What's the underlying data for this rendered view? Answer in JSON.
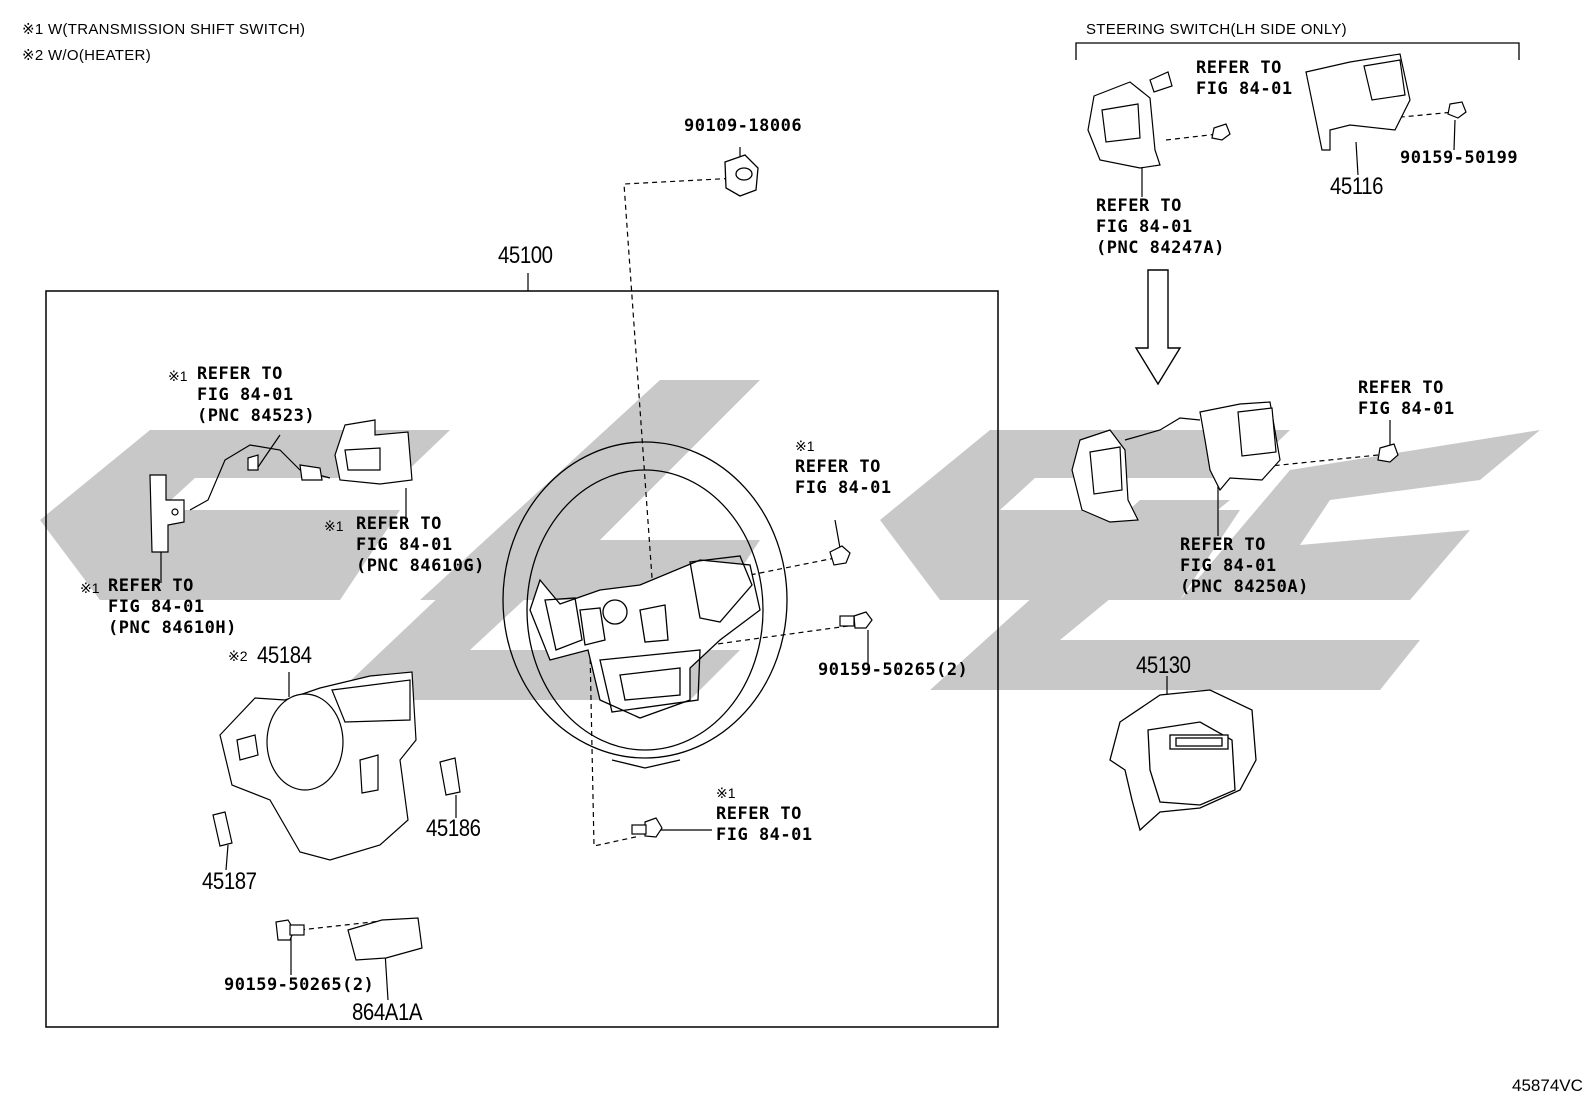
{
  "notes": {
    "note1": "※1 W(TRANSMISSION SHIFT SWITCH)",
    "note2": "※2 W/O(HEATER)"
  },
  "group_title": "STEERING SWITCH(LH SIDE ONLY)",
  "diagram_code": "45874VC",
  "marks": {
    "star1": "※1",
    "star2": "※2"
  },
  "parts": {
    "p90109_18006": "90109-18006",
    "p45100": "45100",
    "p45116": "45116",
    "p90159_50199": "90159-50199",
    "p90159_50265_a": "90159-50265(2)",
    "p90159_50265_b": "90159-50265(2)",
    "p45184": "45184",
    "p45186": "45186",
    "p45187": "45187",
    "p864A1A": "864A1A",
    "p45130": "45130"
  },
  "refs": {
    "ref_84523": "REFER TO\nFIG 84-01\n(PNC 84523)",
    "ref_84610G": "REFER TO\nFIG 84-01\n(PNC 84610G)",
    "ref_84610H": "REFER TO\nFIG 84-01\n(PNC 84610H)",
    "ref_bolt_upper": "REFER TO\nFIG 84-01",
    "ref_bolt_lower": "REFER TO\nFIG 84-01",
    "ref_switch_top": "REFER TO\nFIG 84-01",
    "ref_84247A": "REFER TO\nFIG 84-01\n(PNC 84247A)",
    "ref_switch_right": "REFER TO\nFIG 84-01",
    "ref_84250A": "REFER TO\nFIG 84-01\n(PNC 84250A)"
  },
  "watermark": {
    "color": "#c8c8c8"
  }
}
